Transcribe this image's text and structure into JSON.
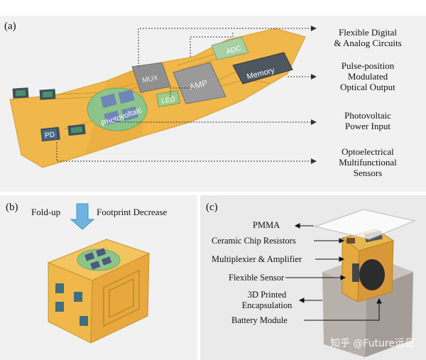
{
  "panel_a": {
    "label": "(a)",
    "chips": {
      "mux": "MUX",
      "amp": "AMP",
      "adc": "ADC",
      "memory": "Memory",
      "photovoltaic": "Photovoltaic",
      "led": "LED",
      "pd": "PD"
    },
    "callouts": {
      "digital": [
        "Flexible Digital",
        "& Analog Circuits"
      ],
      "optical": [
        "Pulse-position",
        "Modulated",
        "Optical Output"
      ],
      "power": [
        "Photovoltaic",
        "Power Input"
      ],
      "sensors": [
        "Optoelectrical",
        "Multifunctional",
        "Sensors"
      ]
    }
  },
  "panel_b": {
    "label": "(b)",
    "fold": "Fold-up",
    "footprint": "Footprint Decrease"
  },
  "panel_c": {
    "label": "(c)",
    "items": [
      "PMMA",
      "Ceramic Chip Resistors",
      "Multiplexier & Amplifier",
      "Flexible Sensor",
      "3D Printed",
      "Encapsulation",
      "Battery Module"
    ]
  },
  "watermark": "知乎 @Future远见",
  "colors": {
    "substrate": "#f0b84a",
    "chip_gray": "#8f8f8f",
    "memory_dark": "#4e5660",
    "pv_green": "#8cc48a",
    "pv_cell": "#6f86b6",
    "arrow_blue": "#6fb4df"
  }
}
